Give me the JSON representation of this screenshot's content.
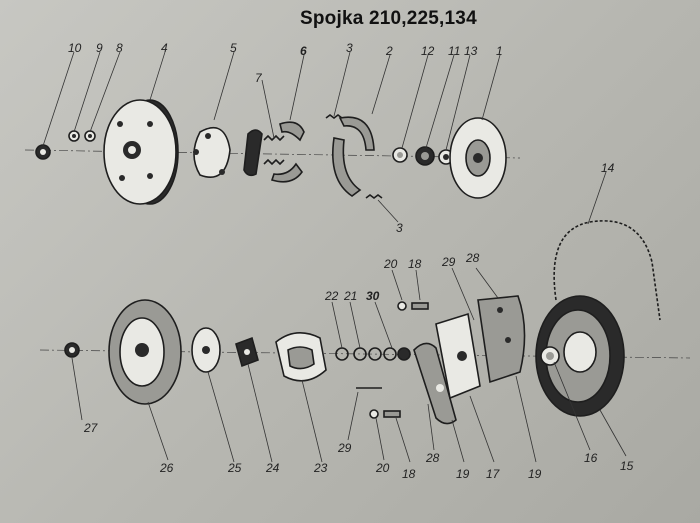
{
  "title": "Spojka 210,225,134",
  "callouts": [
    "10",
    "9",
    "8",
    "4",
    "5",
    "6",
    "7",
    "3",
    "2",
    "12",
    "11",
    "13",
    "1",
    "3",
    "14",
    "20",
    "18",
    "29",
    "28",
    "22",
    "21",
    "30",
    "27",
    "26",
    "25",
    "24",
    "23",
    "29",
    "20",
    "18",
    "28",
    "19",
    "17",
    "19",
    "16",
    "15"
  ]
}
